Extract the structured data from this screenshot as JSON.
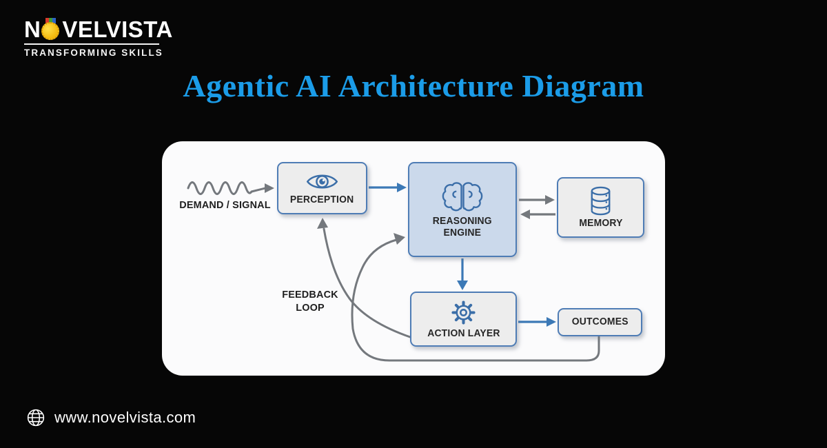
{
  "logo": {
    "brand_prefix": "N",
    "brand_suffix": "VELVISTA",
    "tagline": "TRANSFORMING SKILLS"
  },
  "title": "Agentic AI Architecture Diagram",
  "diagram": {
    "input_label": "DEMAND / SIGNAL",
    "feedback_line1": "FEEDBACK",
    "feedback_line2": "LOOP",
    "nodes": {
      "perception": {
        "label": "PERCEPTION",
        "icon": "eye-icon"
      },
      "reasoning": {
        "line1": "REASONING",
        "line2": "ENGINE",
        "icon": "brain-icon"
      },
      "memory": {
        "label": "MEMORY",
        "icon": "database-icon"
      },
      "action": {
        "label": "ACTION LAYER",
        "icon": "gear-icon"
      },
      "outcomes": {
        "label": "OUTCOMES"
      }
    },
    "edges": [
      {
        "from": "demand-signal",
        "to": "perception",
        "style": "gray-squiggle-arrow"
      },
      {
        "from": "perception",
        "to": "reasoning",
        "style": "blue-arrow"
      },
      {
        "from": "reasoning",
        "to": "memory",
        "style": "gray-arrow"
      },
      {
        "from": "memory",
        "to": "reasoning",
        "style": "gray-arrow"
      },
      {
        "from": "reasoning",
        "to": "action",
        "style": "blue-arrow"
      },
      {
        "from": "action",
        "to": "outcomes",
        "style": "blue-arrow"
      },
      {
        "from": "outcomes",
        "to": "reasoning",
        "style": "gray-feedback-curve"
      },
      {
        "from": "action",
        "to": "perception",
        "style": "gray-feedback-curve"
      }
    ]
  },
  "footer": {
    "url": "www.novelvista.com"
  },
  "colors": {
    "background": "#060606",
    "title_blue": "#1b9ce8",
    "card_white": "#fbfbfc",
    "node_fill": "#ededed",
    "reasoning_fill": "#cbd9eb",
    "node_border": "#4e7cb5",
    "arrow_blue": "#3c79b6",
    "arrow_gray": "#74787d",
    "label_dark": "#262626",
    "medal_gold": "#f3b90e"
  }
}
